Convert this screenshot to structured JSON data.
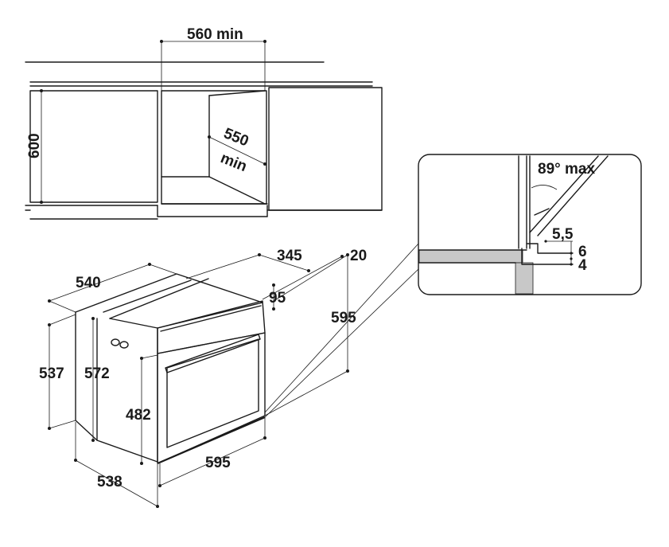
{
  "labels": {
    "width_min": "560 min",
    "cabinet_height": "600",
    "depth_min": "550",
    "depth_min_suffix": "min",
    "oven_depth": "540",
    "front_depth": "345",
    "front_thickness": "20",
    "control_height": "95",
    "oven_height": "595",
    "side_height_outer": "537",
    "side_height_inner": "572",
    "door_height": "482",
    "front_width": "595",
    "bottom_depth": "538",
    "door_angle": "89° max",
    "gap_a": "5,5",
    "gap_b": "6",
    "gap_c": "4"
  }
}
